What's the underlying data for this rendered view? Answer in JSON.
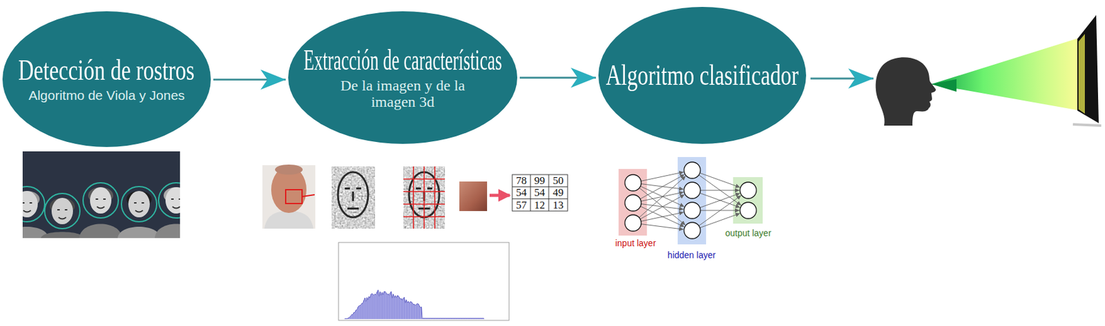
{
  "diagram": {
    "nodes": [
      {
        "text": [
          "Detección de rostros",
          "Algoritmo de Viola y Jones"
        ]
      },
      {
        "text": [
          "Extracción de características",
          "De la imagen y de la imagen 3d"
        ]
      },
      {
        "text": [
          "Algoritmo clasificador"
        ]
      }
    ],
    "edges": [
      {
        "from": 0,
        "to": 1,
        "arrow": "to"
      },
      {
        "from": 1,
        "to": 2,
        "arrow": "to"
      }
    ],
    "labels": [
      "78",
      "99",
      "50",
      "54",
      "54",
      "49",
      "57",
      "12",
      "13",
      "input layer",
      "hidden layer",
      "output layer"
    ]
  }
}
